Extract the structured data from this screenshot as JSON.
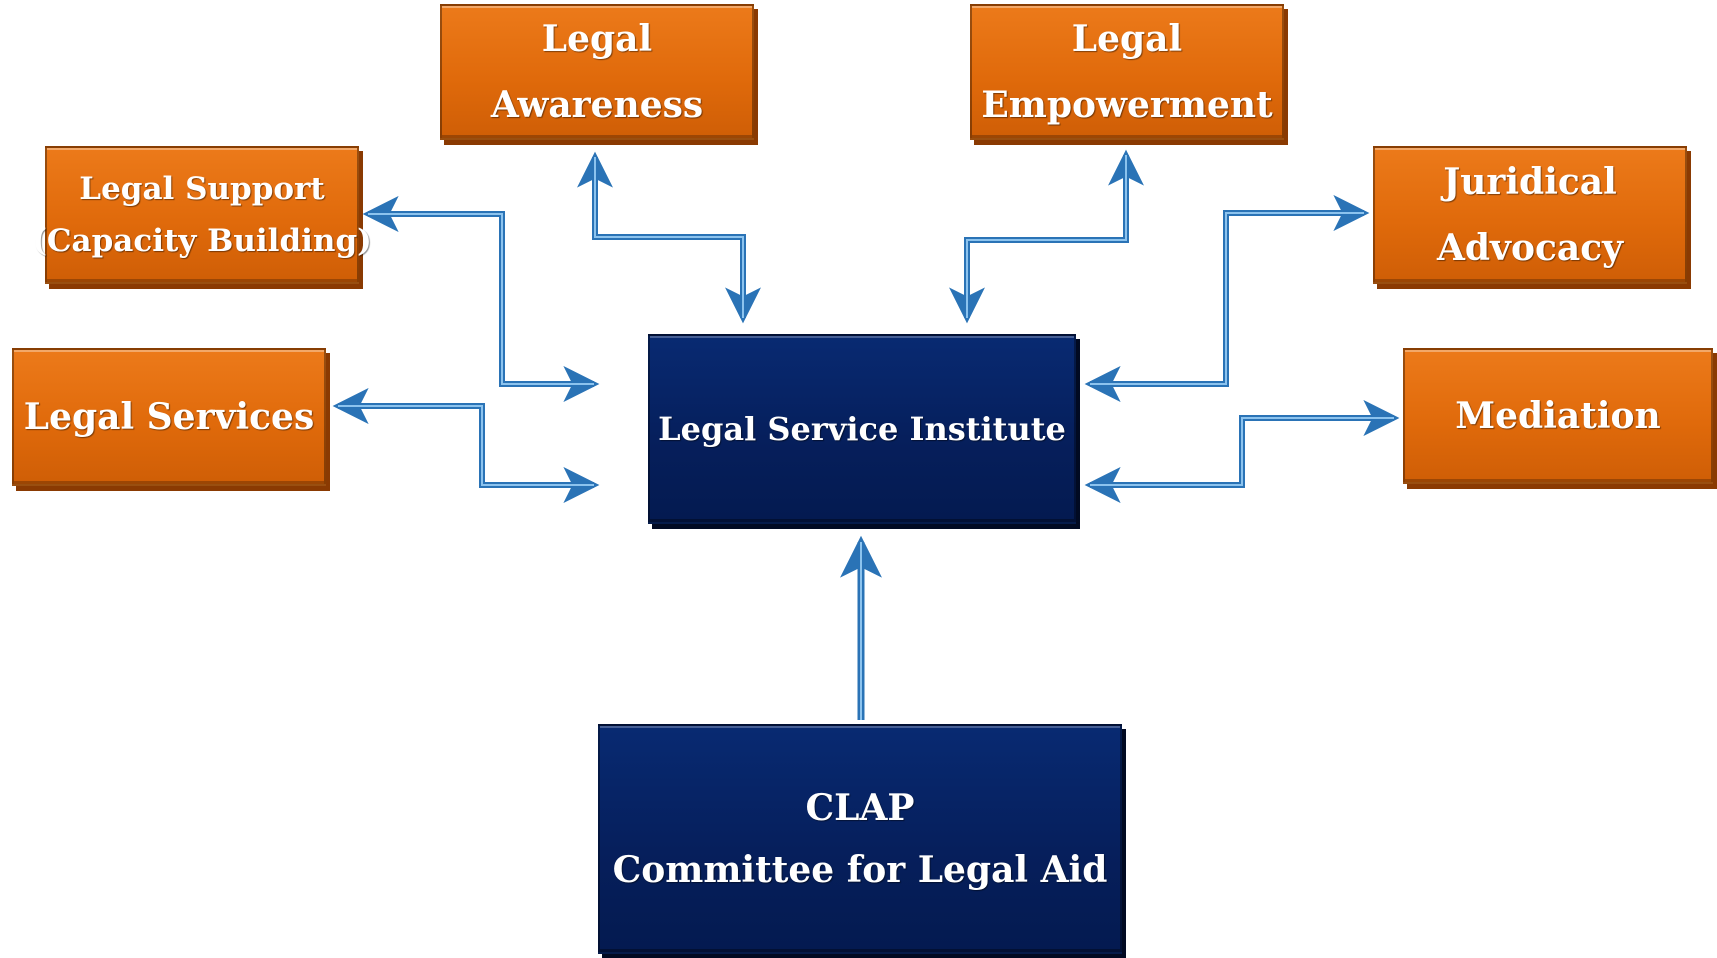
{
  "colors": {
    "node_orange": "#e06a0b",
    "node_navy": "#061f5c",
    "arrow_blue": "#2a73b6",
    "arrow_highlight": "#8cc3ee"
  },
  "nodes": {
    "legal_awareness": {
      "lines": [
        "Legal",
        "Awareness"
      ]
    },
    "legal_empowerment": {
      "lines": [
        "Legal",
        "Empowerment"
      ]
    },
    "legal_support": {
      "lines": [
        "Legal Support",
        "(Capacity Building)"
      ]
    },
    "juridical_advocacy": {
      "lines": [
        "Juridical",
        "Advocacy"
      ]
    },
    "legal_services": {
      "lines": [
        "Legal Services"
      ]
    },
    "mediation": {
      "lines": [
        "Mediation"
      ]
    },
    "legal_service_institute": {
      "lines": [
        "Legal Service Institute"
      ]
    },
    "clap": {
      "lines": [
        "CLAP",
        "Committee for Legal Aid"
      ]
    }
  }
}
